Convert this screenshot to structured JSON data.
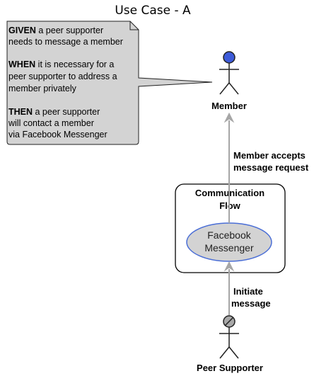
{
  "title": "Use Case - A",
  "note": {
    "given_kw": "GIVEN",
    "given_line1": " a peer supporter",
    "given_line2": "needs to message a member",
    "when_kw": "WHEN",
    "when_line1": " it is necessary for a",
    "when_line2": "peer supporter to address a",
    "when_line3": "member privately",
    "then_kw": "THEN",
    "then_line1": " a peer supporter",
    "then_line2": "will contact a member",
    "then_line3": "via Facebook Messenger"
  },
  "actors": {
    "member": {
      "label": "Member",
      "head_color": "#3d5bd9"
    },
    "peer_supporter": {
      "label": "Peer Supporter",
      "head_color": "#a8a8a8"
    }
  },
  "package": {
    "title_line1": "Communication",
    "title_line2": "Flow"
  },
  "usecase": {
    "line1": "Facebook",
    "line2": "Messenger",
    "fill": "#d3d3d3",
    "border": "#4a6ed6"
  },
  "arrows": {
    "upper_label_line1": "Member accepts",
    "upper_label_line2": "message request",
    "lower_label_line1": "Initiate",
    "lower_label_line2": "message",
    "color": "#a6a6a6"
  },
  "colors": {
    "note_fill": "#d3d3d3",
    "note_border": "#222222"
  }
}
